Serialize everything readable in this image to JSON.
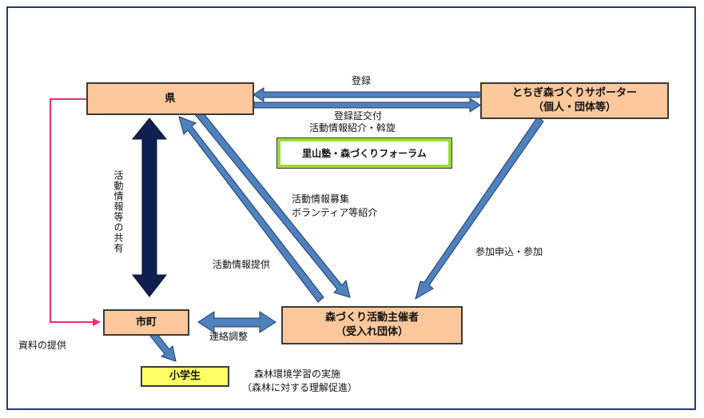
{
  "nodes": {
    "ken": "県",
    "supporter_line1": "とちぎ森づくりサポーター",
    "supporter_line2": "（個人・団体等）",
    "forum": "里山塾・森づくりフォーラム",
    "shimachi": "市町",
    "organizer_line1": "森づくり活動主催者",
    "organizer_line2": "（受入れ団体）",
    "shogakusei": "小学生"
  },
  "labels": {
    "toroku": "登録",
    "toroku_shoko": "登録証交付",
    "katsudo_shokai": "活動情報紹介・斡旋",
    "katsudo_boshu": "活動情報募集",
    "volunteer": "ボランティア等紹介",
    "katsudo_teikyo": "活動情報提供",
    "sanka": "参加申込・参加",
    "renraku": "連絡調整",
    "shiryo": "資料の提供",
    "kyoyu": "活動情報等の共有",
    "gakushu": "森林環境学習の実施",
    "rikai": "（森林に対する理解促進）"
  },
  "colors": {
    "box_fill": "#fbc79b",
    "arrow_blue": "#4f81bd",
    "arrow_dark": "#0f1f4f",
    "pink_line": "#ee2f6f",
    "student_fill": "#ffff66",
    "forum_border": "#99dd33"
  }
}
